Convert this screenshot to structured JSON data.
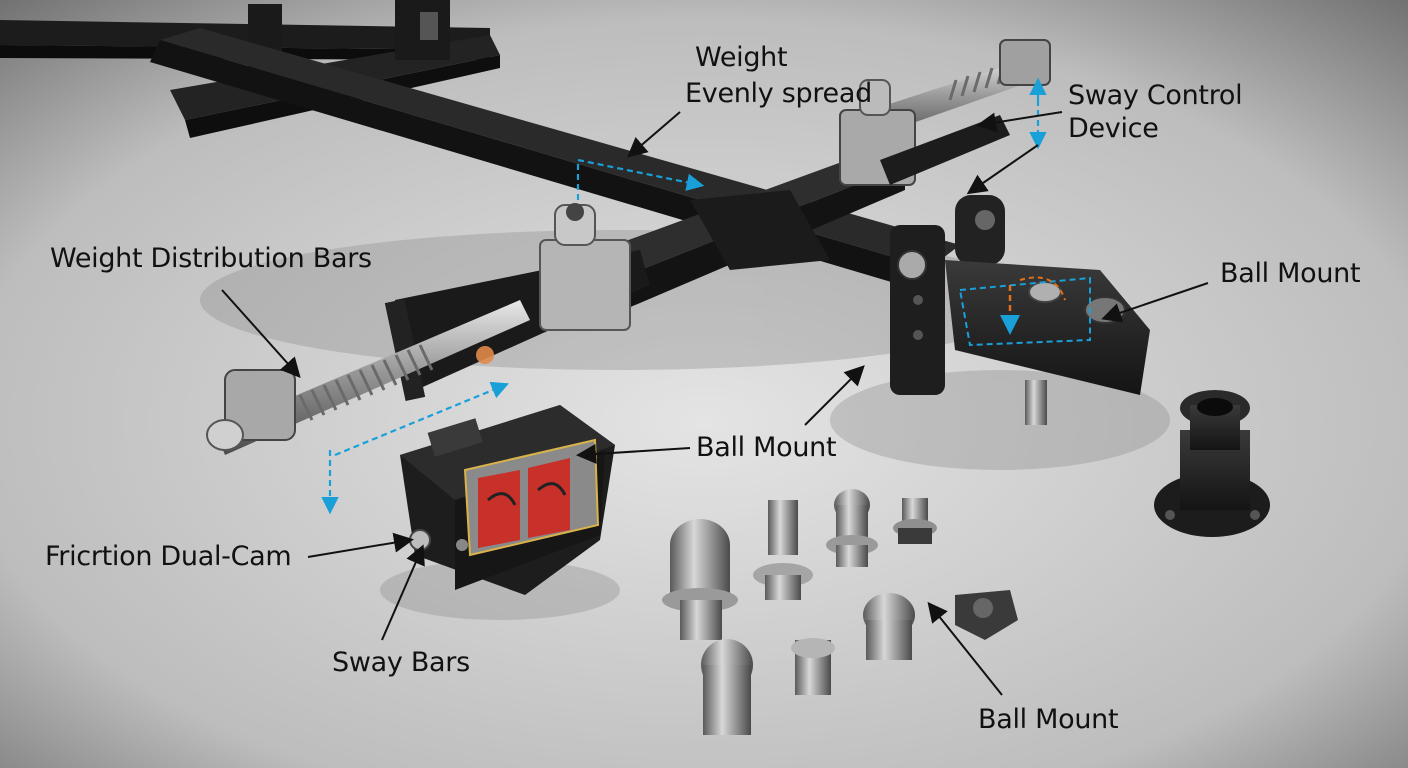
{
  "labels": {
    "weight_evenly_line1": "Weight",
    "weight_evenly_line2": "Evenly spread",
    "sway_control_line1": "Sway Control",
    "sway_control_line2": "Device",
    "weight_distribution_bars": "Weight Distribution Bars",
    "ball_mount_right": "Ball Mount",
    "ball_mount_center": "Ball Mount",
    "friction_dual_cam": "Fricrtion Dual-Cam",
    "sway_bars": "Sway Bars",
    "ball_mount_bottom": "Ball Mount"
  },
  "colors": {
    "background": "#cfcfcf",
    "metal_dark": "#1f1f1f",
    "metal_light": "#9a9a9a",
    "accent_blue": "#1aa0d8",
    "accent_orange": "#e0701a",
    "cutaway_red": "#c8302a"
  }
}
